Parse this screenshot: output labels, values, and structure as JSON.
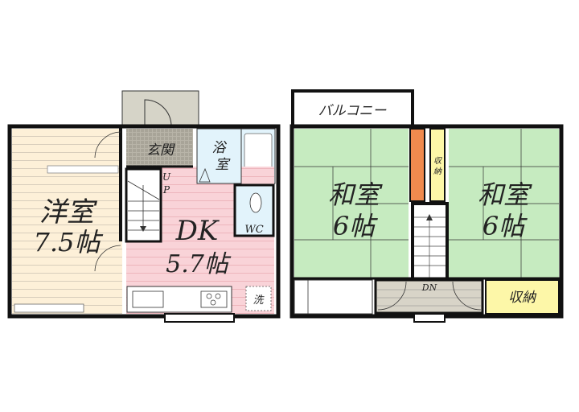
{
  "floor1": {
    "western_room": {
      "name": "洋室",
      "size": "7.5帖"
    },
    "entrance": "玄関",
    "bath": [
      "浴",
      "室"
    ],
    "stairs_up": [
      "U",
      "P"
    ],
    "dk": {
      "name": "DK",
      "size": "5.7帖"
    },
    "wc": "WC",
    "laundry": "洗"
  },
  "floor2": {
    "balcony": "バルコニー",
    "closet_small": [
      "収",
      "納"
    ],
    "japanese_room_left": {
      "name": "和室",
      "size": "6帖"
    },
    "japanese_room_right": {
      "name": "和室",
      "size": "6帖"
    },
    "stairs_down": "DN",
    "storage": "収納"
  },
  "colors": {
    "western": "#fdf0d8",
    "entrance": "#b8b4a8",
    "bath": "#e2f3fb",
    "dk": "#f9d3d8",
    "tatami": "#c6ebc0",
    "closet_orange": "#f08a4e",
    "storage_yellow": "#fdf7a8",
    "hall": "#d8d4c8",
    "porch": "#d6d4c8"
  }
}
